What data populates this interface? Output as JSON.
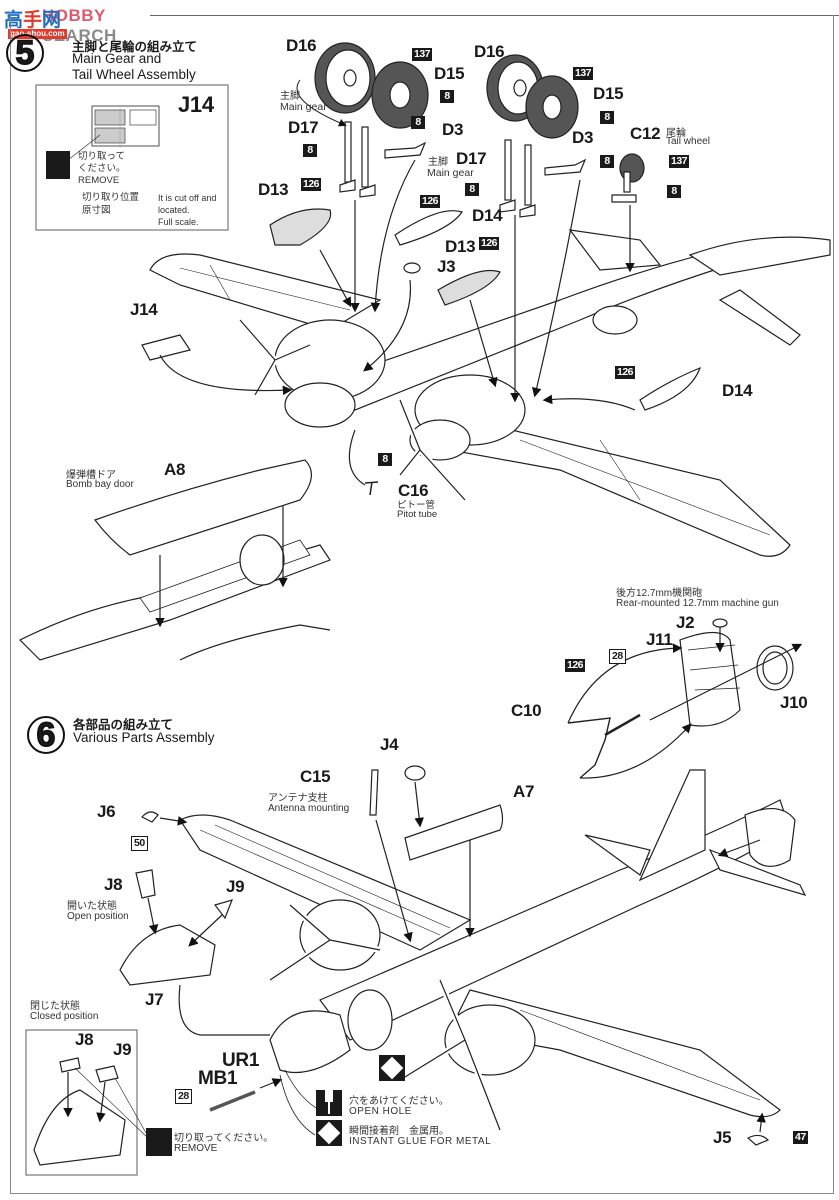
{
  "watermark": {
    "chinese_logo": "高手网",
    "chinese_logo_parts": [
      "高",
      "手",
      "网"
    ],
    "url": "gao-shou.com",
    "site_name_prefix": "HOBBY",
    "site_name": " SEARCH",
    "colors": {
      "blue": "#1e6fc4",
      "red": "#e23b2b",
      "gray": "#8a8a8a",
      "pink": "#e05a6e"
    }
  },
  "step5": {
    "number": "5",
    "title_jp": "主脚と尾輪の組み立て",
    "title_en_line1": "Main Gear and",
    "title_en_line2": "Tail Wheel Assembly",
    "inset": {
      "part": "J14",
      "remove_jp_line1": "切り取って",
      "remove_jp_line2": "ください。",
      "remove_en": "REMOVE",
      "position_jp_line1": "切り取り位置",
      "position_jp_line2": "原寸図",
      "position_en_line1": "It is cut off and",
      "position_en_line2": "located.",
      "position_en_line3": "Full scale."
    },
    "left_gear": {
      "wheel_hub": "D16",
      "tire": "D15",
      "strut": "D17",
      "retract": "D3",
      "label_jp": "主脚",
      "label_en": "Main gear",
      "paint_tire": "137",
      "paint_hub": "8",
      "paint_strut": "8",
      "paint_retract": "8"
    },
    "right_gear": {
      "wheel_hub": "D16",
      "tire": "D15",
      "strut": "D17",
      "retract": "D3",
      "label_jp": "主脚",
      "label_en": "Main gear",
      "paint_tire": "137",
      "paint_hub": "8",
      "paint_strut": "8",
      "paint_retract": "8"
    },
    "tail_wheel": {
      "part": "C12",
      "label_jp": "尾輪",
      "label_en": "Tail wheel",
      "paint_tire": "137",
      "paint_strut": "8"
    },
    "doors": [
      {
        "part": "D13",
        "paint": "126"
      },
      {
        "part": "D14",
        "paint": "126"
      },
      {
        "part": "D13",
        "paint": "126"
      },
      {
        "part": "D14",
        "paint": "126"
      }
    ],
    "j3": "J3",
    "j14": "J14",
    "pitot": {
      "part": "C16",
      "label_jp": "ピトー管",
      "label_en": "Pitot tube",
      "paint": "8"
    },
    "bomb_bay": {
      "part": "A8",
      "label_jp": "爆弾槽ドア",
      "label_en": "Bomb bay door"
    }
  },
  "rear_gun": {
    "label_jp": "後方12.7mm機関砲",
    "label_en": "Rear-mounted 12.7mm machine gun",
    "parts": {
      "lens": "J2",
      "turret": "J11",
      "gun": "C10",
      "ring": "J10"
    },
    "paint_gun_mount": "126",
    "paint_barrel": "28"
  },
  "step6": {
    "number": "6",
    "title_jp": "各部品の組み立て",
    "title_en": "Various Parts Assembly",
    "antenna": {
      "part": "C15",
      "label_jp": "アンテナ支柱",
      "label_en": "Antenna mounting"
    },
    "j4": "J4",
    "a7": "A7",
    "wingtip_left": {
      "part": "J6",
      "paint": "50"
    },
    "canopy": {
      "j8": "J8",
      "j9": "J9",
      "j7": "J7",
      "open_jp": "開いた状態",
      "open_en": "Open position",
      "closed_jp": "閉じた状態",
      "closed_en": "Closed position",
      "closed_j8": "J8",
      "closed_j9": "J9"
    },
    "nose": {
      "ur1": "UR1",
      "mb1": "MB1",
      "paint_mb1": "28"
    },
    "remove_jp": "切り取ってください。",
    "remove_en": "REMOVE",
    "open_hole_jp": "穴をあけてください。",
    "open_hole_en": "OPEN HOLE",
    "glue_jp": "瞬間接着剤　金属用。",
    "glue_en": "INSTANT GLUE FOR METAL",
    "wingtip_right": {
      "part": "J5",
      "paint": "47"
    }
  }
}
